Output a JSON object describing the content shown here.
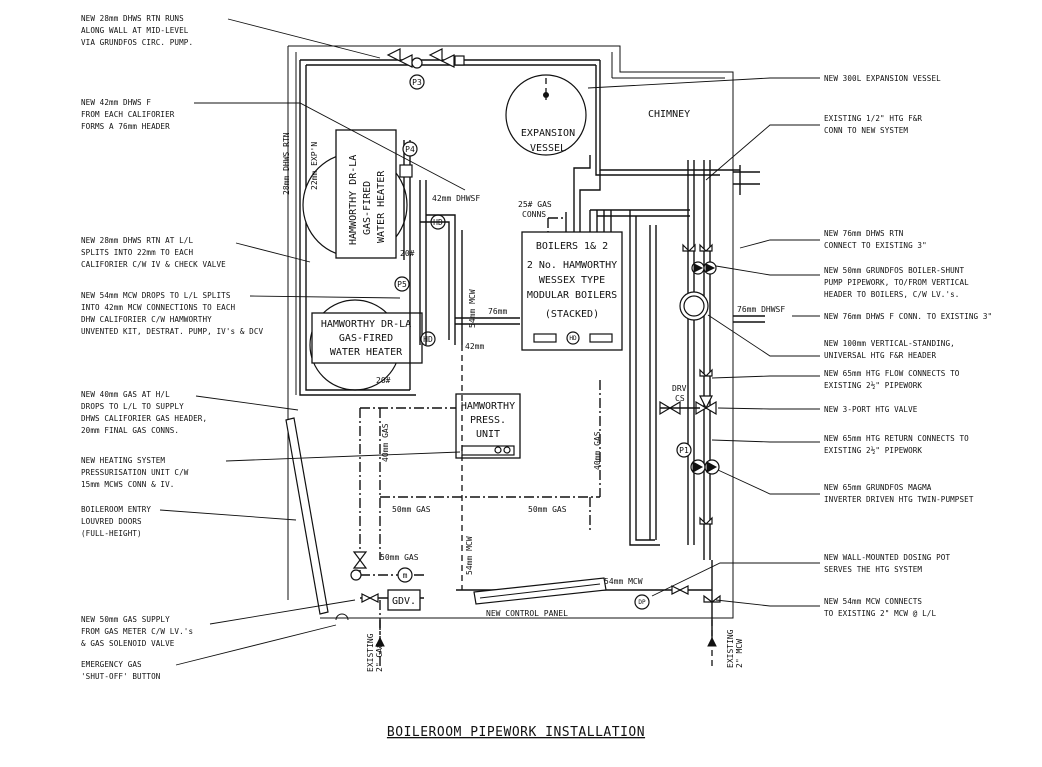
{
  "title": "BOILEROOM PIPEWORK INSTALLATION",
  "left_annotations": [
    [
      "NEW 28mm DHWS RTN RUNS",
      "ALONG WALL AT MID-LEVEL",
      "VIA GRUNDFOS CIRC. PUMP."
    ],
    [
      "NEW 42mm DHWS F",
      "FROM EACH CALIFORIER",
      "FORMS A 76mm HEADER"
    ],
    [
      "NEW 28mm DHWS RTN AT L/L",
      "SPLITS INTO 22mm TO EACH",
      "CALIFORIER C/W IV & CHECK VALVE"
    ],
    [
      "NEW 54mm MCW DROPS TO L/L SPLITS",
      "INTO 42mm MCW CONNECTIONS TO EACH",
      "DHW CALIFORIER C/W HAMWORTHY",
      "UNVENTED KIT, DESTRAT. PUMP, IV's & DCV"
    ],
    [
      "NEW 40mm GAS AT H/L",
      "DROPS TO L/L TO SUPPLY",
      "DHWS CALIFORIER GAS HEADER,",
      "20mm FINAL GAS CONNS."
    ],
    [
      "NEW HEATING SYSTEM",
      "PRESSURISATION UNIT C/W",
      "15mm MCWS CONN & IV."
    ],
    [
      "BOILEROOM ENTRY",
      "LOUVRED DOORS",
      "(FULL-HEIGHT)"
    ],
    [
      "NEW 50mm GAS SUPPLY",
      "FROM GAS METER C/W LV.'s",
      "& GAS SOLENOID VALVE"
    ],
    [
      "EMERGENCY GAS",
      "'SHUT-OFF' BUTTON"
    ]
  ],
  "right_annotations": [
    [
      "NEW 300L EXPANSION VESSEL"
    ],
    [
      "EXISTING 1/2\" HTG F&R",
      "CONN TO NEW SYSTEM"
    ],
    [
      "NEW 76mm DHWS RTN",
      "CONNECT TO EXISTING 3\""
    ],
    [
      "NEW 50mm GRUNDFOS BOILER-SHUNT",
      "PUMP PIPEWORK, TO/FROM VERTICAL",
      "HEADER TO BOILERS, C/W LV.'s."
    ],
    [
      "NEW 76mm DHWS F CONN. TO EXISTING 3\""
    ],
    [
      "NEW 100mm VERTICAL-STANDING,",
      "UNIVERSAL HTG F&R HEADER"
    ],
    [
      "NEW 65mm HTG FLOW CONNECTS TO",
      "EXISTING 2½\" PIPEWORK"
    ],
    [
      "NEW 3-PORT HTG VALVE"
    ],
    [
      "NEW 65mm HTG RETURN CONNECTS TO",
      "EXISTING 2½\" PIPEWORK"
    ],
    [
      "NEW 65mm GRUNDFOS MAGMA",
      "INVERTER DRIVEN HTG TWIN-PUMPSET"
    ],
    [
      "NEW WALL-MOUNTED DOSING POT",
      "SERVES THE HTG SYSTEM"
    ],
    [
      "NEW 54mm MCW CONNECTS",
      "TO EXISTING 2\" MCW @ L/L"
    ]
  ],
  "equipment": {
    "expansion_vessel": [
      "EXPANSION",
      "VESSEL"
    ],
    "chimney": "CHIMNEY",
    "heater_top": [
      "HAMWORTHY DR-LA",
      "GAS-FIRED",
      "WATER HEATER"
    ],
    "heater_bottom": [
      "HAMWORTHY DR-LA",
      "GAS-FIRED",
      "WATER HEATER"
    ],
    "boilers": [
      "BOILERS 1& 2",
      "2 No. HAMWORTHY",
      "WESSEX TYPE",
      "MODULAR BOILERS",
      "(STACKED)"
    ],
    "press_unit": [
      "HAMWORTHY",
      "PRESS.",
      "UNIT"
    ],
    "gdv": "GDV.",
    "control_panel": "NEW CONTROL PANEL"
  },
  "pipe_labels": {
    "dhws_rtn_28": "28mm DHWS RTN",
    "exp_22": "22mm EXP'N",
    "dhwsf_42": "42mm DHWSF",
    "gas_conns_25": [
      "25# GAS",
      "CONNS"
    ],
    "mcw_54_a": "54mm MCW",
    "mm_76": "76mm",
    "mm_42": "42mm",
    "dhwsf_76": "76mm DHWSF",
    "gas_40_a": "40mm GAS",
    "gas_40_b": "40mm GAS",
    "gas_50_a": "50mm GAS",
    "gas_50_b": "50mm GAS",
    "gas_50_c": "50mm GAS",
    "mcw_54_b": "54mm MCW",
    "mcw_54_c": "54mm MCW",
    "existing_gas": [
      "EXISTING",
      "2\" GAS"
    ],
    "existing_mcw": [
      "EXISTING",
      "2\" MCW"
    ],
    "drv_cs": [
      "DRV",
      "CS"
    ],
    "twenty_hash": "20#"
  },
  "tags": {
    "p1": "P1",
    "p3": "P3",
    "p4": "P4",
    "p5": "P5",
    "hd": "HD",
    "m": "m",
    "dp": "DP"
  }
}
